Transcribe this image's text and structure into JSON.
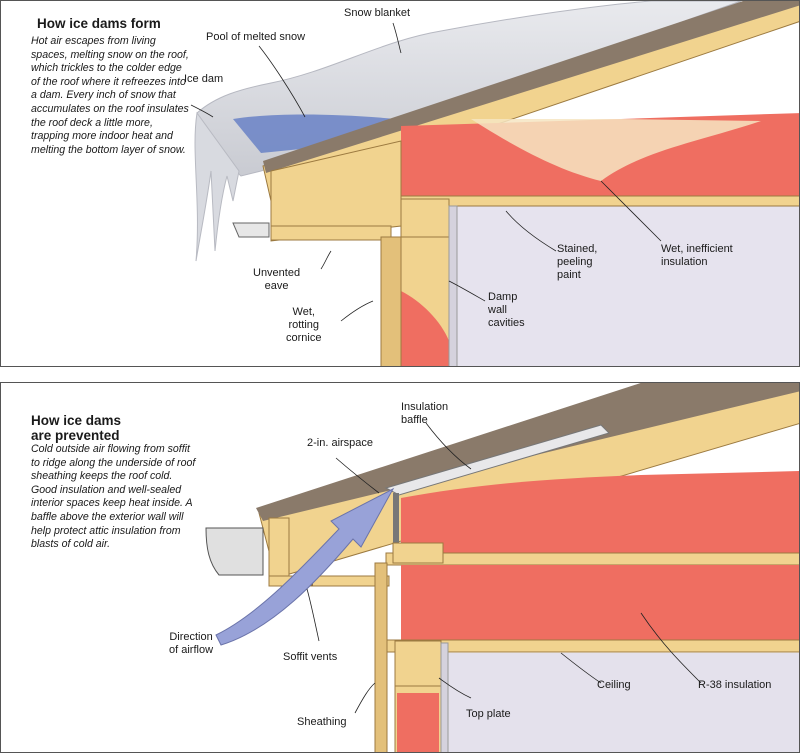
{
  "top_panel": {
    "title": "How ice dams form",
    "description": "Hot air escapes from living spaces, melting snow on the roof, which trickles to the colder edge of the roof where it refreezes into a dam. Every inch of snow that accumulates on the roof insulates the roof deck a little more, trapping more indoor heat and melting the bottom layer of snow.",
    "labels": {
      "snow_blanket": "Snow blanket",
      "pool": "Pool of melted snow",
      "ice_dam": "Ice dam",
      "unvented_eave": "Unvented\neave",
      "wet_cornice": "Wet,\nrotting\ncornice",
      "damp_walls": "Damp\nwall\ncavities",
      "stained_paint": "Stained,\npeeling\npaint",
      "wet_insulation": "Wet, inefficient\ninsulation"
    }
  },
  "bottom_panel": {
    "title": "How ice dams\nare prevented",
    "description": "Cold outside air flowing from soffit to ridge along the underside of roof sheathing keeps the roof cold. Good insulation and well-sealed interior spaces keep heat inside. A baffle above the exterior wall will help protect attic insulation from blasts of cold air.",
    "labels": {
      "baffle": "Insulation\nbaffle",
      "airspace": "2-in. airspace",
      "airflow": "Direction\nof airflow",
      "soffit_vents": "Soffit vents",
      "sheathing": "Sheathing",
      "top_plate": "Top plate",
      "ceiling": "Ceiling",
      "r38": "R-38 insulation"
    }
  },
  "colors": {
    "wood": "#f1d38f",
    "wood_dark": "#caa056",
    "insulation": "#ef6e61",
    "snow": "#d5d7dd",
    "water": "#6f86c6",
    "airflow": "#98a2d8",
    "wall_lilac": "#e4e1ec"
  }
}
